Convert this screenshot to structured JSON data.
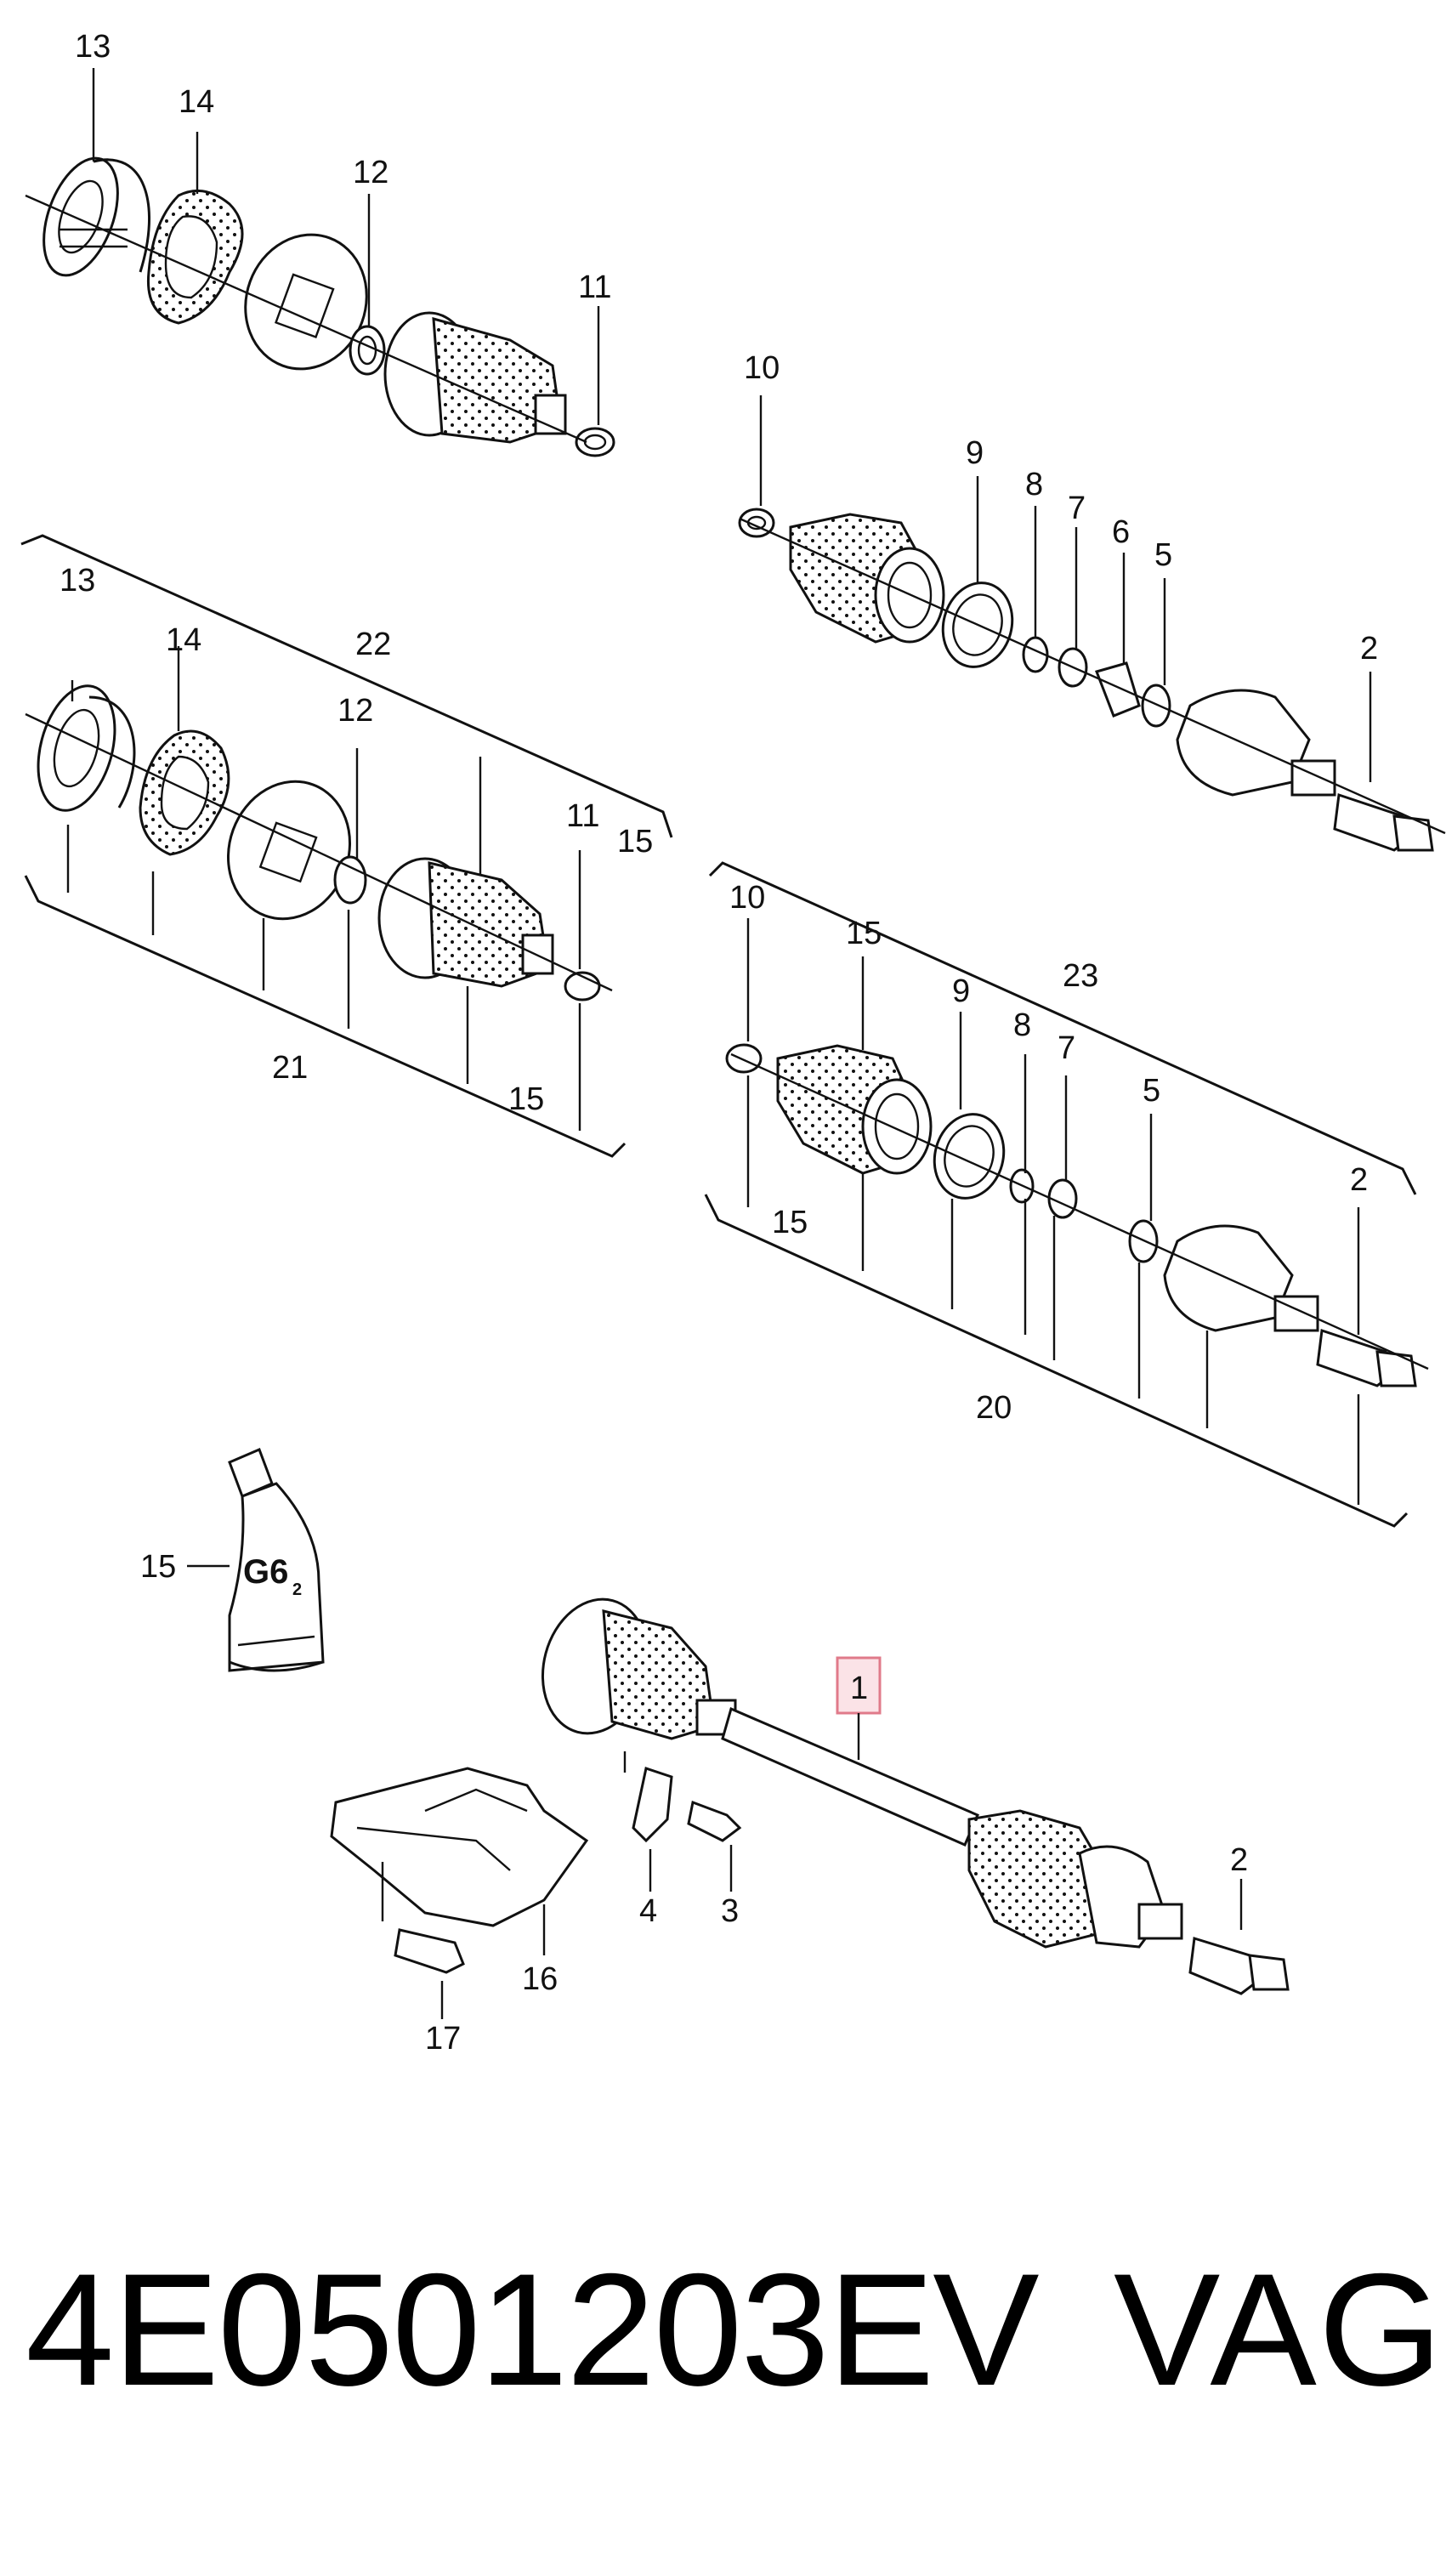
{
  "diagram": {
    "callouts": {
      "group1": [
        "13",
        "14",
        "12",
        "11"
      ],
      "group2": [
        "10",
        "9",
        "8",
        "7",
        "6",
        "5",
        "2"
      ],
      "group3": [
        "13",
        "14",
        "22",
        "12",
        "11",
        "15",
        "21",
        "15"
      ],
      "group4": [
        "10",
        "15",
        "9",
        "23",
        "8",
        "7",
        "5",
        "2",
        "15",
        "20"
      ],
      "grease_callout": "15",
      "grease_tube_label": "G6",
      "grease_tube_subscript": "2",
      "shaft": [
        "1",
        "2",
        "4",
        "3",
        "16",
        "17"
      ]
    }
  },
  "footer": {
    "part_number": "4E0501203EV",
    "brand": "VAG"
  },
  "colors": {
    "lines": "#111111",
    "highlight_box": "#e07a8a",
    "highlight_fill": "#fbe3e7"
  }
}
